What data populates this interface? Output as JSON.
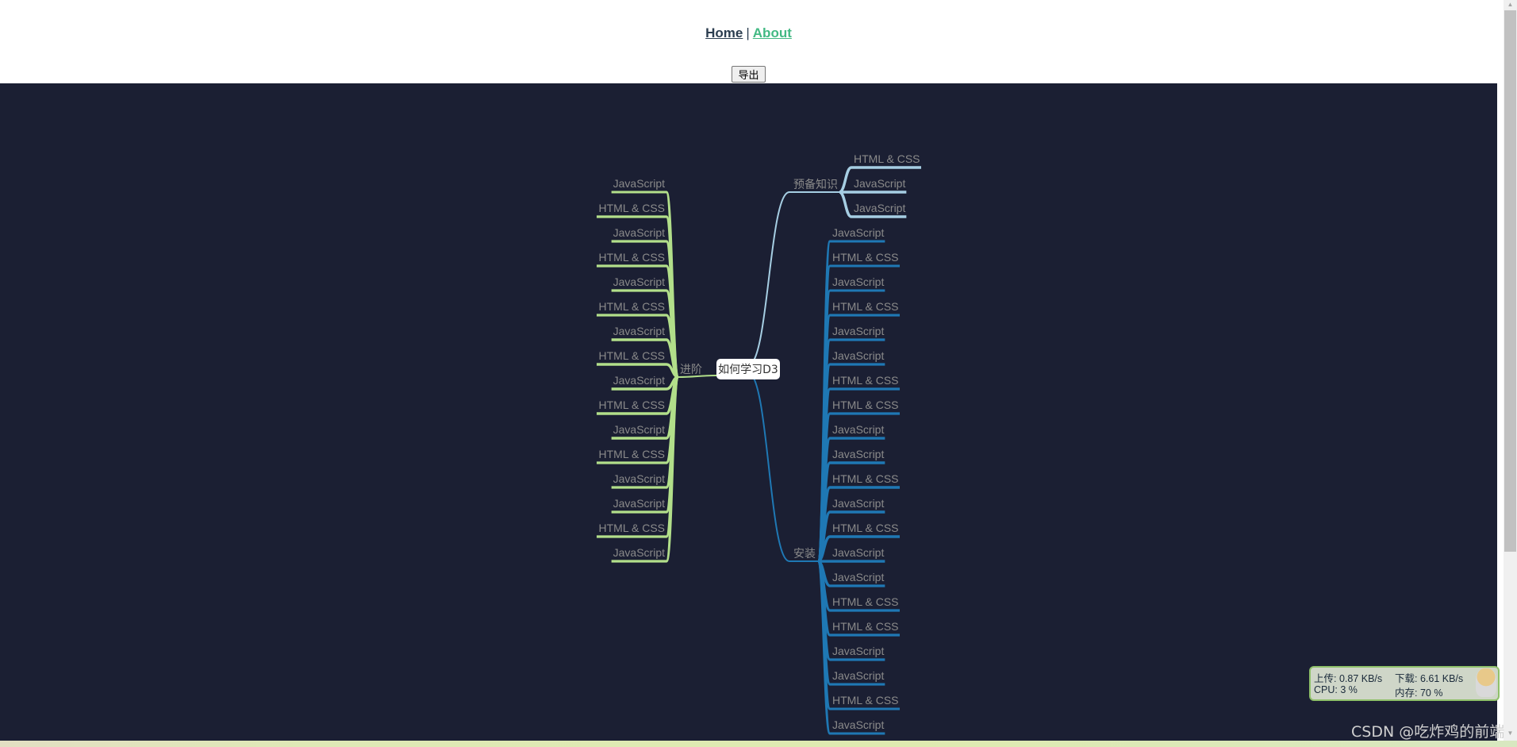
{
  "nav": {
    "home": "Home",
    "separator": "|",
    "about": "About",
    "home_color": "#2c3e50",
    "about_color": "#42b983"
  },
  "toolbar": {
    "export_label": "导出"
  },
  "mindmap": {
    "background": "#1b1f33",
    "root": "如何学习D3",
    "branches": [
      {
        "label": "预备知识",
        "side": "right",
        "color": "#a6cee3",
        "children": [
          "HTML & CSS",
          "JavaScript",
          "JavaScript"
        ]
      },
      {
        "label": "安装",
        "side": "right",
        "color": "#1f78b4",
        "children": [
          "JavaScript",
          "HTML & CSS",
          "JavaScript",
          "HTML & CSS",
          "JavaScript",
          "JavaScript",
          "HTML & CSS",
          "HTML & CSS",
          "JavaScript",
          "JavaScript",
          "HTML & CSS",
          "JavaScript",
          "HTML & CSS",
          "JavaScript",
          "JavaScript",
          "HTML & CSS",
          "HTML & CSS",
          "JavaScript",
          "JavaScript",
          "HTML & CSS",
          "JavaScript"
        ]
      },
      {
        "label": "进阶",
        "side": "left",
        "color": "#b2df8a",
        "children": [
          "JavaScript",
          "HTML & CSS",
          "JavaScript",
          "HTML & CSS",
          "JavaScript",
          "HTML & CSS",
          "JavaScript",
          "HTML & CSS",
          "JavaScript",
          "HTML & CSS",
          "JavaScript",
          "HTML & CSS",
          "JavaScript",
          "JavaScript",
          "HTML & CSS",
          "JavaScript"
        ]
      }
    ]
  },
  "monitor": {
    "upload": "上传: 0.87 KB/s",
    "download": "下载: 6.61 KB/s",
    "cpu": "CPU: 3 %",
    "memory": "内存: 70 %"
  },
  "watermark": "CSDN @吃炸鸡的前端"
}
